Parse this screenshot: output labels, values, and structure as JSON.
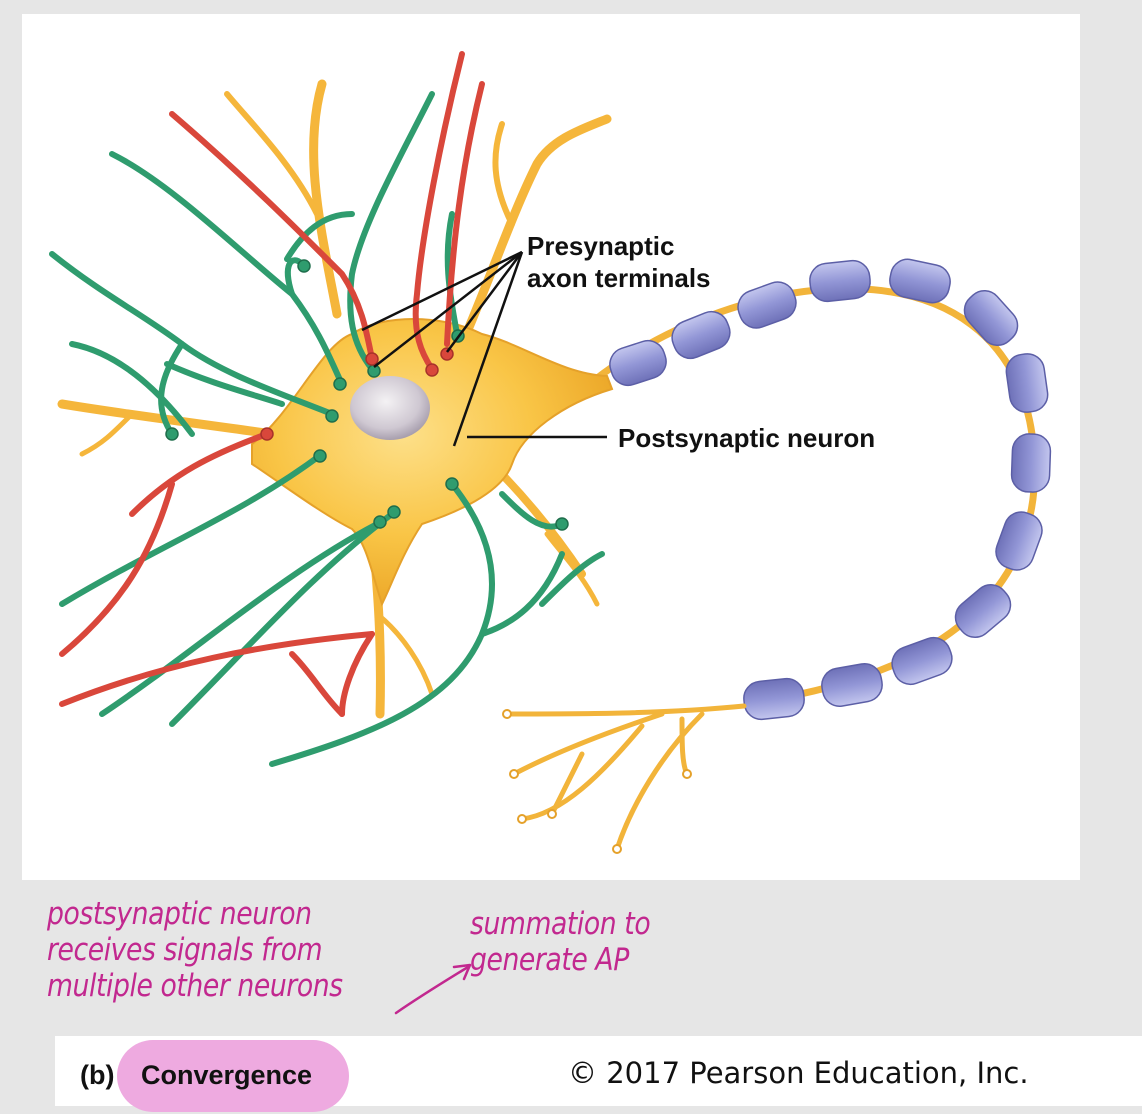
{
  "labels": {
    "presynaptic_line1": "Presynaptic",
    "presynaptic_line2": "axon terminals",
    "postsynaptic": "Postsynaptic neuron"
  },
  "annotations": {
    "note_line1": "postsynaptic neuron",
    "note_line2": "receives signals from",
    "note_line3": "multiple other neurons",
    "summation_line1": "summation to",
    "summation_line2": "generate AP"
  },
  "caption": {
    "tag": "(b)",
    "title": "Convergence",
    "copyright": "© 2017 Pearson Education, Inc."
  },
  "colors": {
    "cell_body": "#f7bb3c",
    "green_axon": "#2f9c6e",
    "red_axon": "#d9473b",
    "myelin": "#8c8fd0",
    "highlight": "#eeaae0",
    "handwriting": "#c2288f"
  }
}
